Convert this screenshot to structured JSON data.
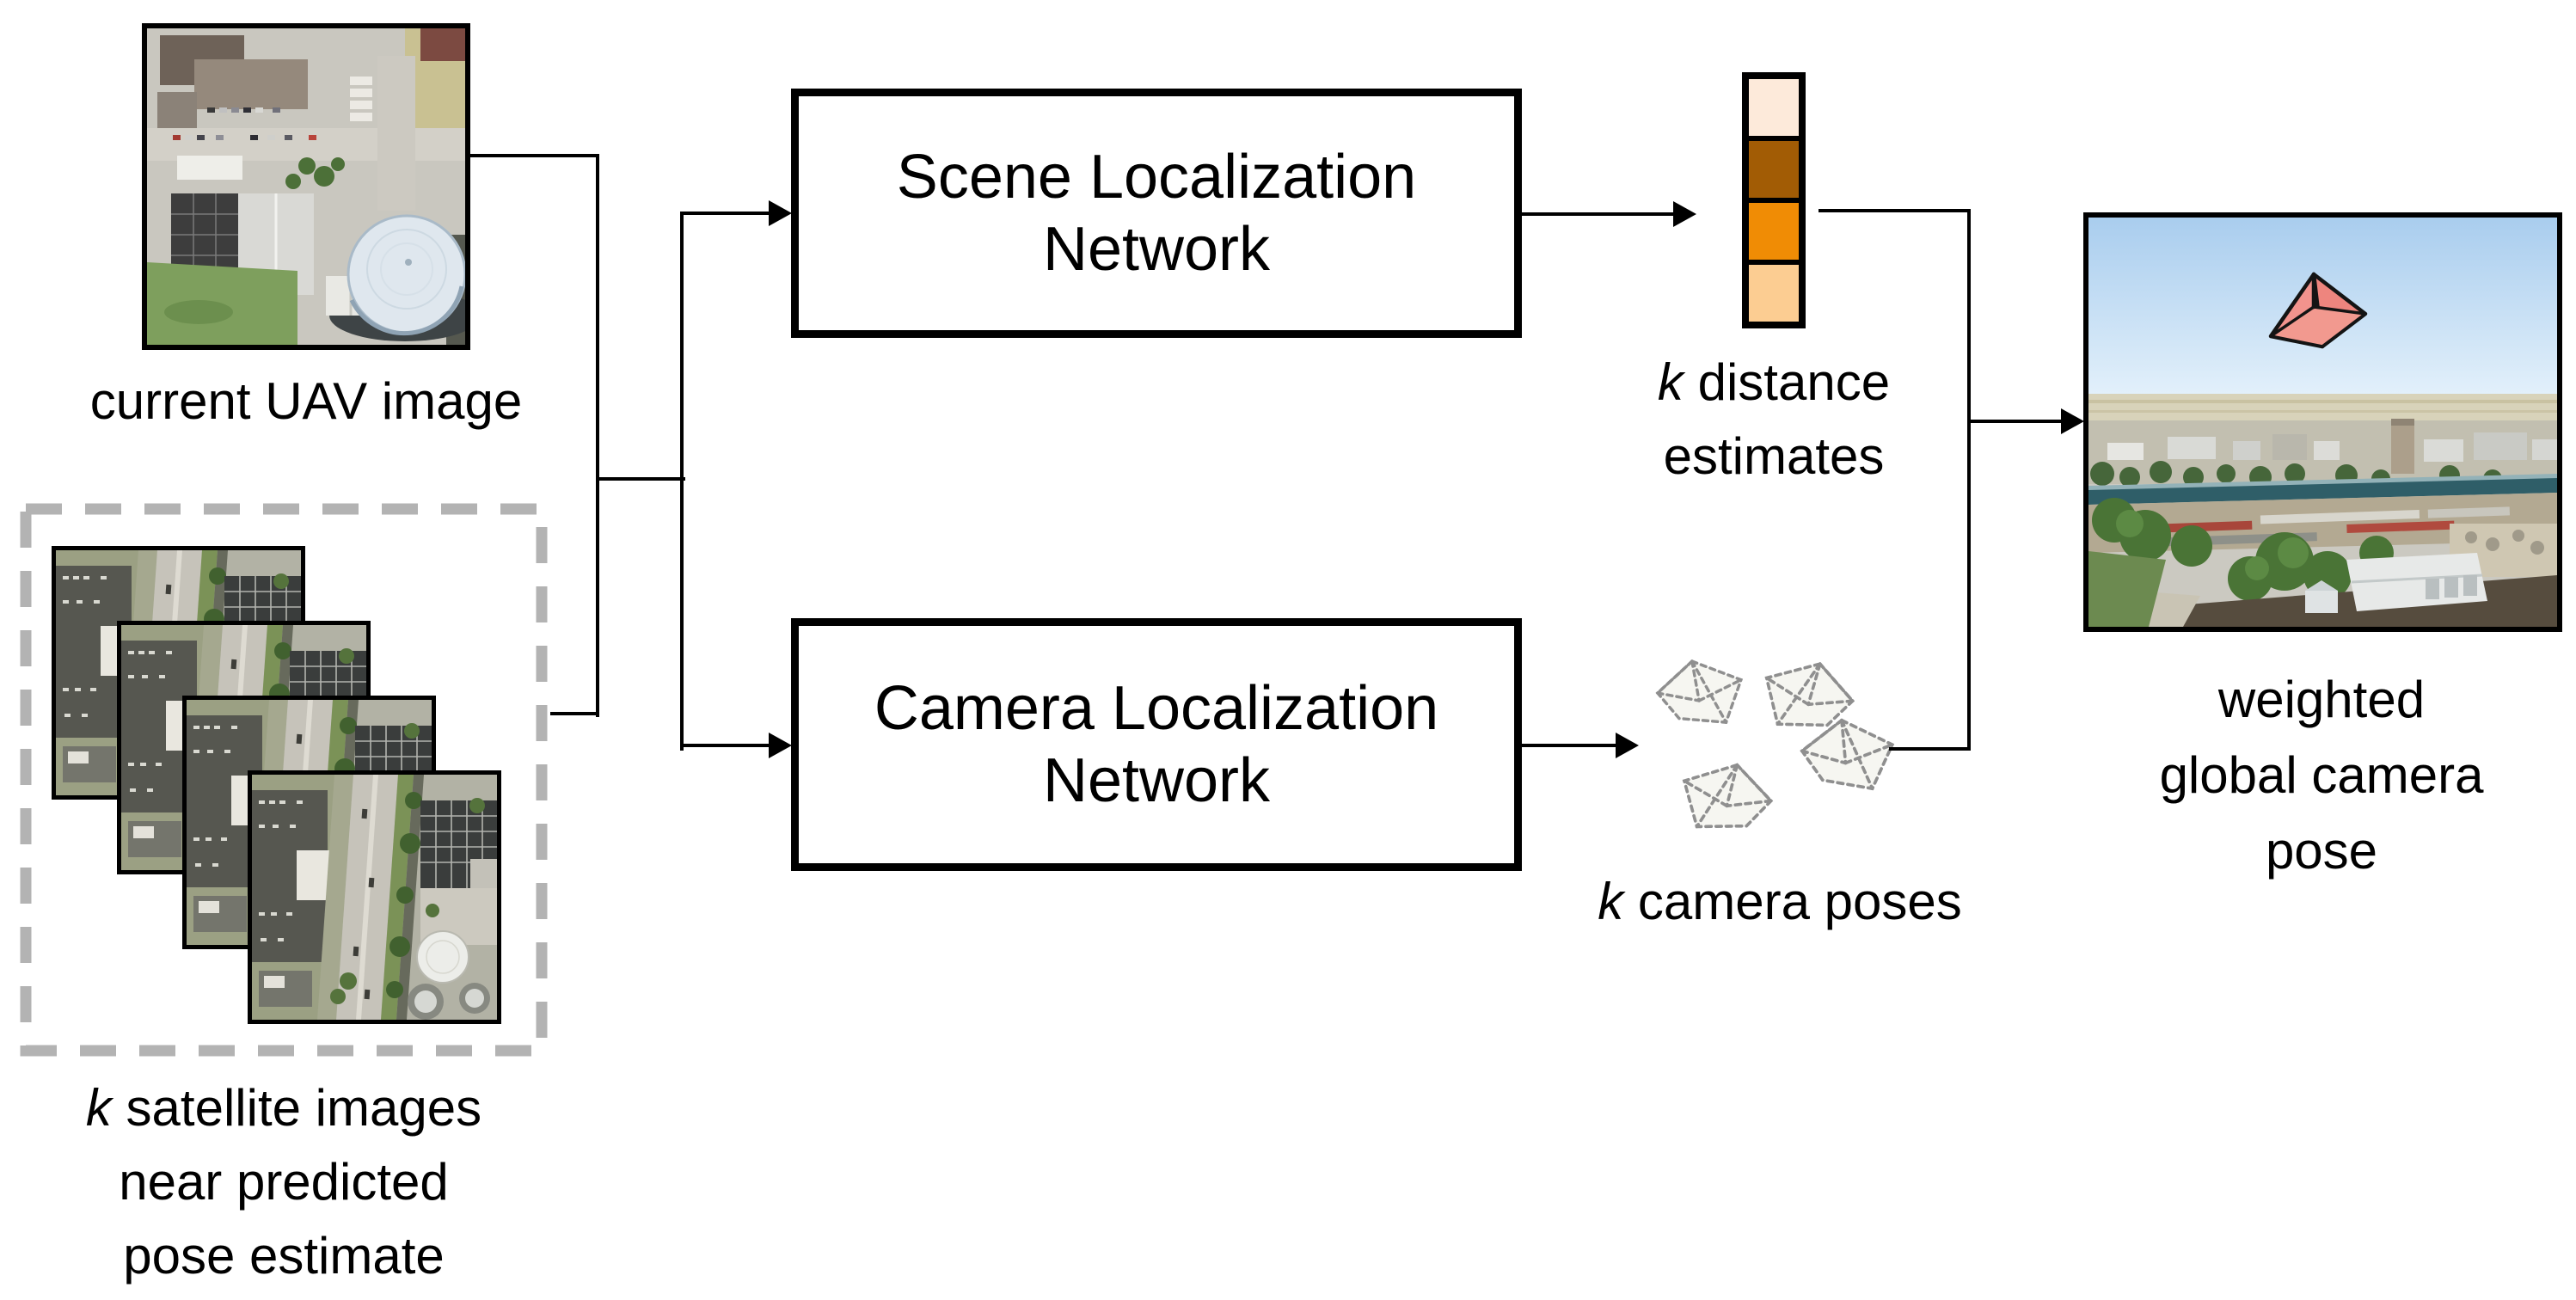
{
  "figure": {
    "uav": {
      "label": "current UAV image"
    },
    "satellite": {
      "k": "k",
      "line1_rest": " satellite images",
      "line2": "near predicted",
      "line3": "pose estimate"
    },
    "scene_network": {
      "line1": "Scene Localization",
      "line2": "Network"
    },
    "camera_network": {
      "line1": "Camera Localization",
      "line2": "Network"
    },
    "distance": {
      "k": "k",
      "line1_rest": " distance",
      "line2": "estimates"
    },
    "poses": {
      "k": "k",
      "rest": " camera poses"
    },
    "output": {
      "line1": "weighted",
      "line2": "global camera",
      "line3": "pose"
    },
    "colorbar": {
      "cell_colors": [
        "#fdeada",
        "#a25c05",
        "#f08c05",
        "#fccd92"
      ]
    },
    "colors": {
      "connector_line": "#000000",
      "dashed_border": "#b3b3b3",
      "pose_glyph_stroke": "#8f8f8f",
      "selected_pose_fill": "#f2938d"
    },
    "icons": {
      "pose_glyph": "dashed-wireframe-camera-frustum",
      "selected_pose": "pink-camera-frustum"
    }
  }
}
